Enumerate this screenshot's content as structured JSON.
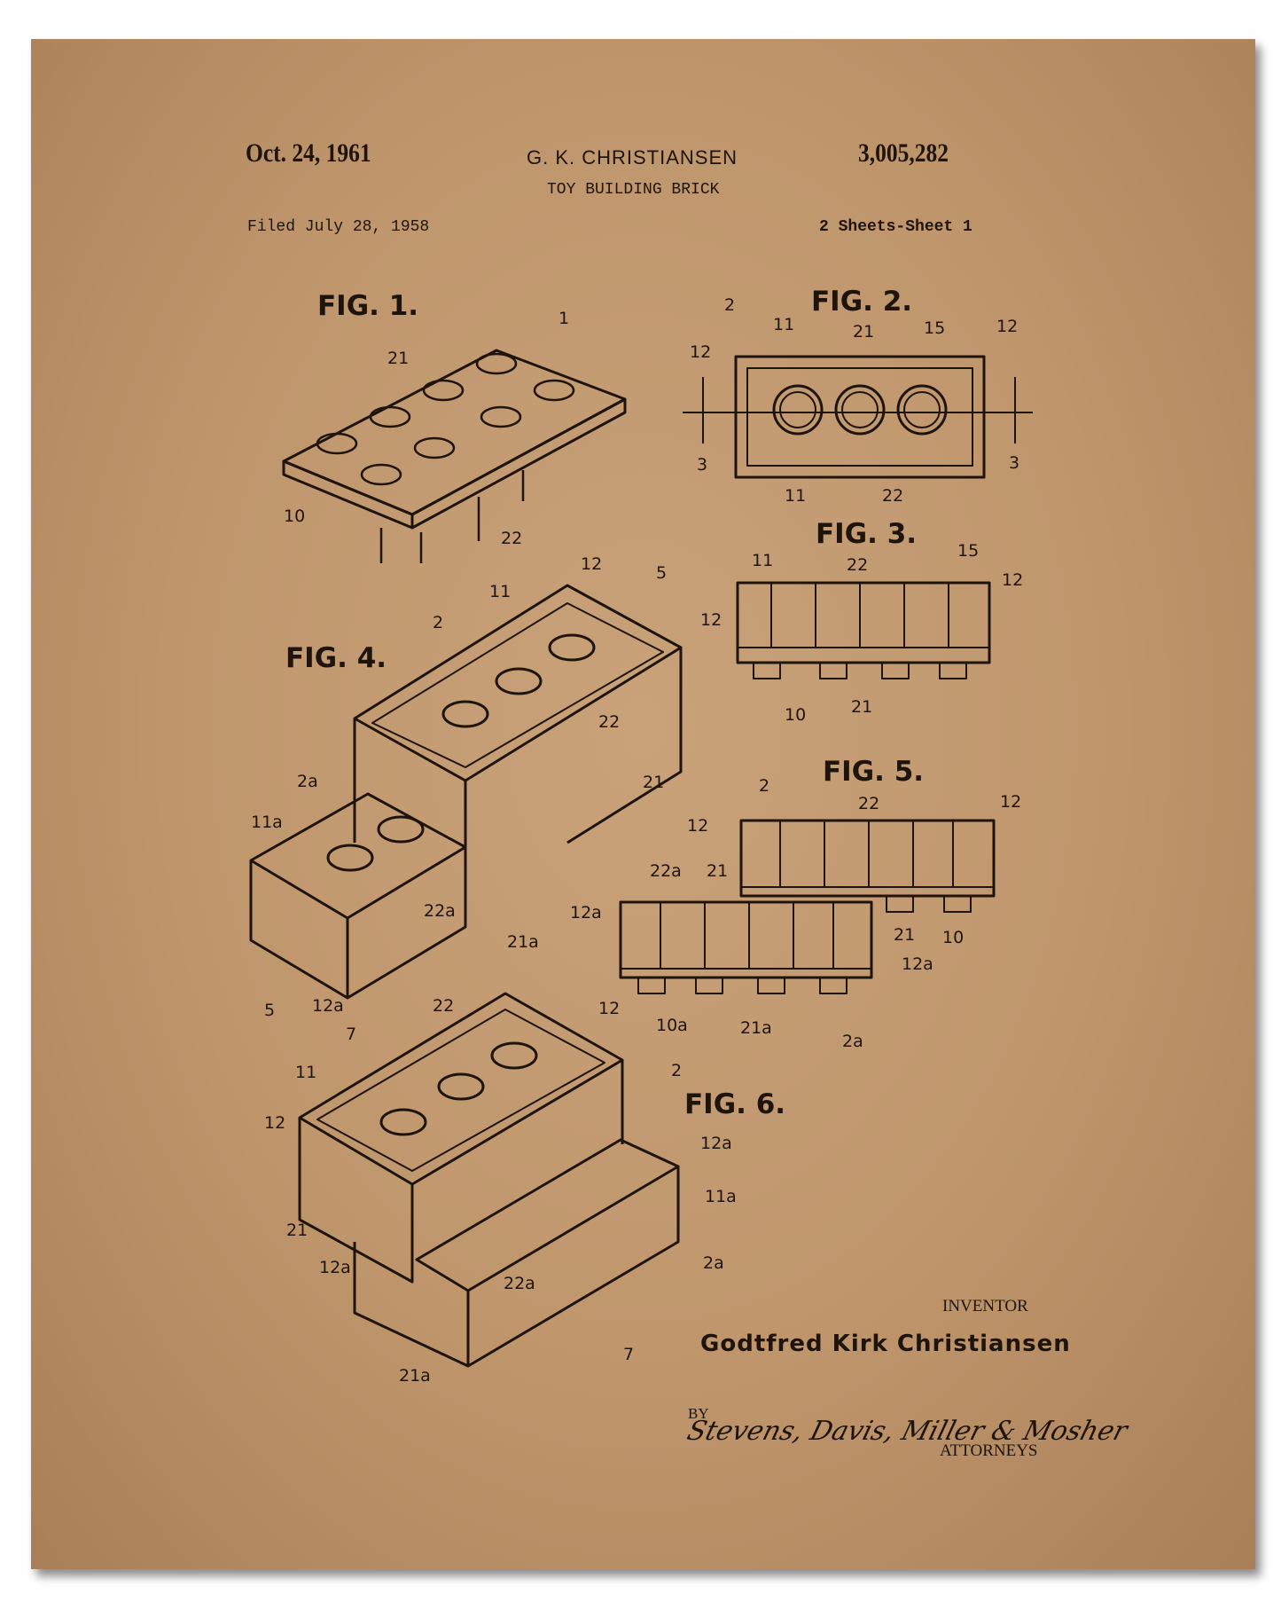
{
  "header": {
    "date": "Oct. 24, 1961",
    "inventor_short": "G. K. CHRISTIANSEN",
    "patent_number": "3,005,282",
    "title": "TOY BUILDING BRICK",
    "filed": "Filed July 28, 1958",
    "sheets": "2 Sheets-Sheet 1"
  },
  "figures": {
    "fig1": {
      "title": "FIG. 1.",
      "refs": [
        "1",
        "21",
        "10",
        "22"
      ]
    },
    "fig2": {
      "title": "FIG. 2.",
      "refs": [
        "2",
        "11",
        "21",
        "15",
        "12",
        "12",
        "3",
        "3",
        "11",
        "22"
      ]
    },
    "fig3": {
      "title": "FIG. 3.",
      "refs": [
        "11",
        "22",
        "15",
        "12",
        "12",
        "10",
        "21"
      ]
    },
    "fig4": {
      "title": "FIG. 4.",
      "refs": [
        "12",
        "5",
        "11",
        "2",
        "22",
        "21",
        "2a",
        "11a",
        "22a",
        "21a",
        "5",
        "12a"
      ]
    },
    "fig5": {
      "title": "FIG. 5.",
      "refs": [
        "2",
        "22",
        "12",
        "12",
        "22a",
        "21",
        "12a",
        "21",
        "10",
        "12a",
        "10a",
        "21a",
        "2a"
      ]
    },
    "fig6": {
      "title": "FIG. 6.",
      "refs": [
        "22",
        "12",
        "7",
        "11",
        "2",
        "12",
        "12a",
        "11a",
        "21",
        "12a",
        "22a",
        "2a",
        "7",
        "21a"
      ]
    }
  },
  "footer": {
    "inventor_label": "INVENTOR",
    "inventor_name": "Godtfred Kirk Christiansen",
    "by": "BY",
    "signature": "Stevens, Davis, Miller & Mosher",
    "attorneys": "ATTORNEYS"
  },
  "colors": {
    "paper": "#c19a70",
    "ink": "#1e140c"
  }
}
